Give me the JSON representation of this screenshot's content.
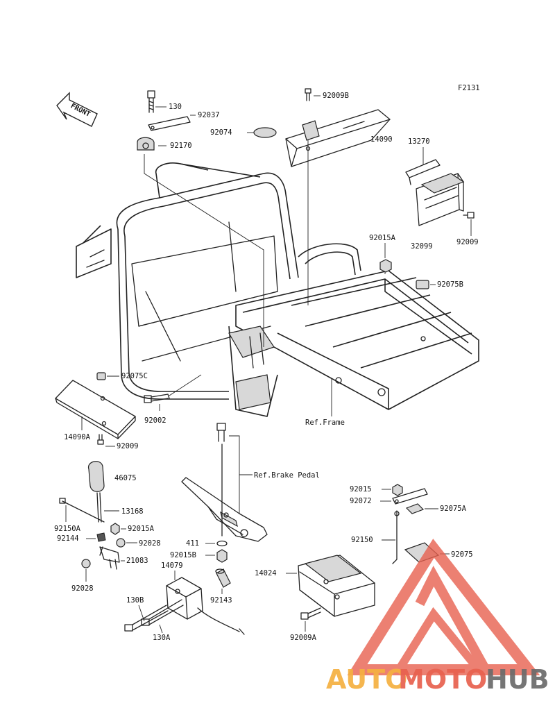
{
  "figure_code": "F2131",
  "front_label": "FRONT",
  "labels": {
    "p130_top": "130",
    "p92037": "92037",
    "p92170": "92170",
    "p92009B": "92009B",
    "p92074": "92074",
    "p14090": "14090",
    "p13270": "13270",
    "p32099": "32099",
    "p92009_r": "92009",
    "p92015A_top": "92015A",
    "p92075B": "92075B",
    "p92075C": "92075C",
    "p92002": "92002",
    "ref_frame": "Ref.Frame",
    "p14090A": "14090A",
    "p92009_l": "92009",
    "ref_brake": "Ref.Brake Pedal",
    "p46075": "46075",
    "p13168": "13168",
    "p92150A": "92150A",
    "p92015A_l": "92015A",
    "p92144": "92144",
    "p92028_a": "92028",
    "p21083": "21083",
    "p92028_b": "92028",
    "p411": "411",
    "p92015B": "92015B",
    "p14079": "14079",
    "p92143": "92143",
    "p130B": "130B",
    "p130A": "130A",
    "p92015": "92015",
    "p92072": "92072",
    "p92075A": "92075A",
    "p92150": "92150",
    "p92075": "92075",
    "p14024": "14024",
    "p92009A": "92009A"
  },
  "watermark": {
    "part1": "AUTO",
    "part2": "MOTO",
    "part3": "HUB",
    "color_orange": "#f5b041",
    "color_red": "#e8614f",
    "color_gray": "#6b6b6b"
  }
}
